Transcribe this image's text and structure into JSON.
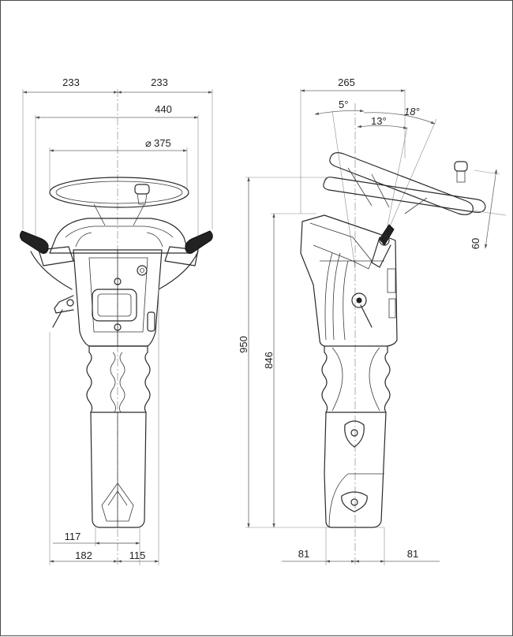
{
  "front_view": {
    "dim_top_left": "233",
    "dim_top_right": "233",
    "dim_width": "440",
    "dim_wheel": "375",
    "diameter_symbol": "⌀",
    "dim_base_half": "117",
    "dim_base_left": "182",
    "dim_base_right": "115"
  },
  "side_view": {
    "dim_depth": "265",
    "angle_small": "5°",
    "angle_large": "18°",
    "angle_mid": "13°",
    "dim_total_height": "950",
    "dim_column_height": "846",
    "dim_tilt": "60",
    "dim_base_left": "81",
    "dim_base_right": "81"
  }
}
